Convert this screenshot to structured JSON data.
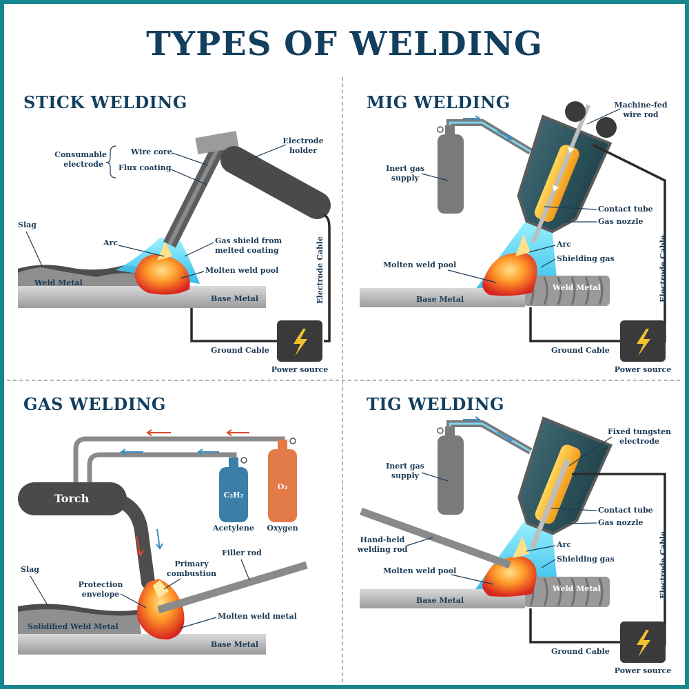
{
  "title": "TYPES OF WELDING",
  "colors": {
    "frame": "#16878f",
    "title": "#133f5e",
    "flame_orange": "#ff7a1a",
    "shield_blue": "#3fd0f2",
    "gas_cylinder_grey": "#7a7a7a",
    "acetylene_cylinder": "#3b7fa7",
    "oxygen_cylinder": "#e37b49",
    "gas_arrow_blue": "#3d8fc4",
    "gas_arrow_red": "#d9482b",
    "power_bolt": "#f2c230"
  },
  "panels": {
    "stick": {
      "title": "STICK WELDING",
      "labels": {
        "consumable_electrode": [
          "Consumable",
          "electrode"
        ],
        "wire_core": "Wire core",
        "flux_coating": "Flux coating",
        "electrode_holder": [
          "Electrode",
          "holder"
        ],
        "slag": "Slag",
        "arc": "Arc",
        "gas_shield": [
          "Gas shield from",
          "melted coating"
        ],
        "molten_pool": "Molten weld pool",
        "weld_metal": "Weld Metal",
        "base_metal": "Base Metal",
        "electrode_cable": "Electrode Cable",
        "ground_cable": "Ground Cable",
        "power_source": "Power source"
      },
      "icons": [
        "lightning-bolt-icon"
      ]
    },
    "mig": {
      "title": "MIG WELDING",
      "labels": {
        "wire_rod": [
          "Machine-fed",
          "wire rod"
        ],
        "inert_gas": [
          "Inert gas",
          "supply"
        ],
        "contact_tube": "Contact tube",
        "gas_nozzle": "Gas nozzle",
        "arc": "Arc",
        "shielding_gas": "Shielding gas",
        "molten_pool": "Molten weld pool",
        "weld_metal": "Weld Metal",
        "base_metal": "Base Metal",
        "electrode_cable": "Electrode Cable",
        "ground_cable": "Ground Cable",
        "power_source": "Power source"
      },
      "icons": [
        "lightning-bolt-icon",
        "gas-cylinder-icon"
      ]
    },
    "gas": {
      "title": "GAS WELDING",
      "labels": {
        "torch": "Torch",
        "acetylene_formula": "C₂H₂",
        "acetylene": "Acetylene",
        "oxygen_formula": "O₂",
        "oxygen": "Oxygen",
        "slag": "Slag",
        "primary_combustion": [
          "Primary",
          "combustion"
        ],
        "filler_rod": "Filler rod",
        "protection_envelope": [
          "Protection",
          "envelope"
        ],
        "molten_weld_metal": "Molten weld metal",
        "solidified_weld_metal": "Solidified Weld Metal",
        "base_metal": "Base Metal"
      },
      "icons": [
        "gas-cylinder-icon"
      ]
    },
    "tig": {
      "title": "TIG WELDING",
      "labels": {
        "tungsten_electrode": [
          "Fixed tungsten",
          "electrode"
        ],
        "inert_gas": [
          "Inert gas",
          "supply"
        ],
        "contact_tube": "Contact tube",
        "gas_nozzle": "Gas nozzle",
        "hand_rod": [
          "Hand-held",
          "welding rod"
        ],
        "arc": "Arc",
        "shielding_gas": "Shielding gas",
        "molten_pool": "Molten weld pool",
        "weld_metal": "Weld Metal",
        "base_metal": "Base Metal",
        "electrode_cable": "Electrode Cable",
        "ground_cable": "Ground Cable",
        "power_source": "Power source"
      },
      "icons": [
        "lightning-bolt-icon",
        "gas-cylinder-icon"
      ]
    }
  }
}
